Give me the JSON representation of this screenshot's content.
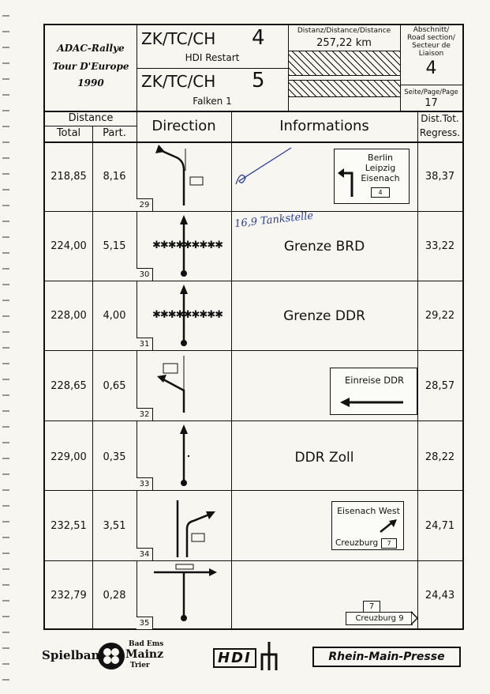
{
  "header": {
    "event_logo": {
      "line1": "ADAC-Rallye",
      "line2": "Tour D'Europe",
      "line3": "1990"
    },
    "section_a": {
      "code": "ZK/TC/CH",
      "number": "4",
      "name": "HDI Restart"
    },
    "section_b": {
      "code": "ZK/TC/CH",
      "number": "5",
      "name": "Falken 1"
    },
    "distance_label": "Distanz/Distance/Distance",
    "distance_value": "257,22 km",
    "abschnitt_label_1": "Abschnitt/",
    "abschnitt_label_2": "Road section/",
    "abschnitt_label_3": "Secteur de",
    "abschnitt_label_4": "Liaison",
    "abschnitt_value": "4",
    "page_label": "Seite/Page/Page",
    "page_value": "17"
  },
  "columns": {
    "distance": "Distance",
    "total": "Total",
    "part": "Part.",
    "direction": "Direction",
    "informations": "Informations",
    "dist_tot_1": "Dist.Tot.",
    "dist_tot_2": "Regress."
  },
  "rows": [
    {
      "total": "218,85",
      "part": "8,16",
      "diagram": "29",
      "info": "",
      "regress": "38,37",
      "sign": {
        "lines": [
          "Berlin",
          "Leipzig",
          "Eisenach"
        ],
        "route": "4"
      }
    },
    {
      "total": "224,00",
      "part": "5,15",
      "diagram": "30",
      "info": "Grenze  BRD",
      "regress": "33,22",
      "handwritten": "16,9 Tankstelle"
    },
    {
      "total": "228,00",
      "part": "4,00",
      "diagram": "31",
      "info": "Grenze  DDR",
      "regress": "29,22"
    },
    {
      "total": "228,65",
      "part": "0,65",
      "diagram": "32",
      "info": "",
      "regress": "28,57",
      "sign": {
        "text": "Einreise  DDR"
      }
    },
    {
      "total": "229,00",
      "part": "0,35",
      "diagram": "33",
      "info": "DDR  Zoll",
      "regress": "28,22"
    },
    {
      "total": "232,51",
      "part": "3,51",
      "diagram": "34",
      "info": "",
      "regress": "24,71",
      "sign": {
        "top": "Eisenach  West",
        "bottom": "Creuzburg",
        "route": "7"
      }
    },
    {
      "total": "232,79",
      "part": "0,28",
      "diagram": "35",
      "info": "",
      "regress": "24,43",
      "sign": {
        "route": "7",
        "text": "Creuzburg  9"
      }
    }
  ],
  "footer": {
    "spielbank": "Spielbank",
    "cities": [
      "Bad Ems",
      "Mainz",
      "Trier"
    ],
    "hdi": "HDI",
    "rmp": "Rhein-Main-Presse"
  }
}
